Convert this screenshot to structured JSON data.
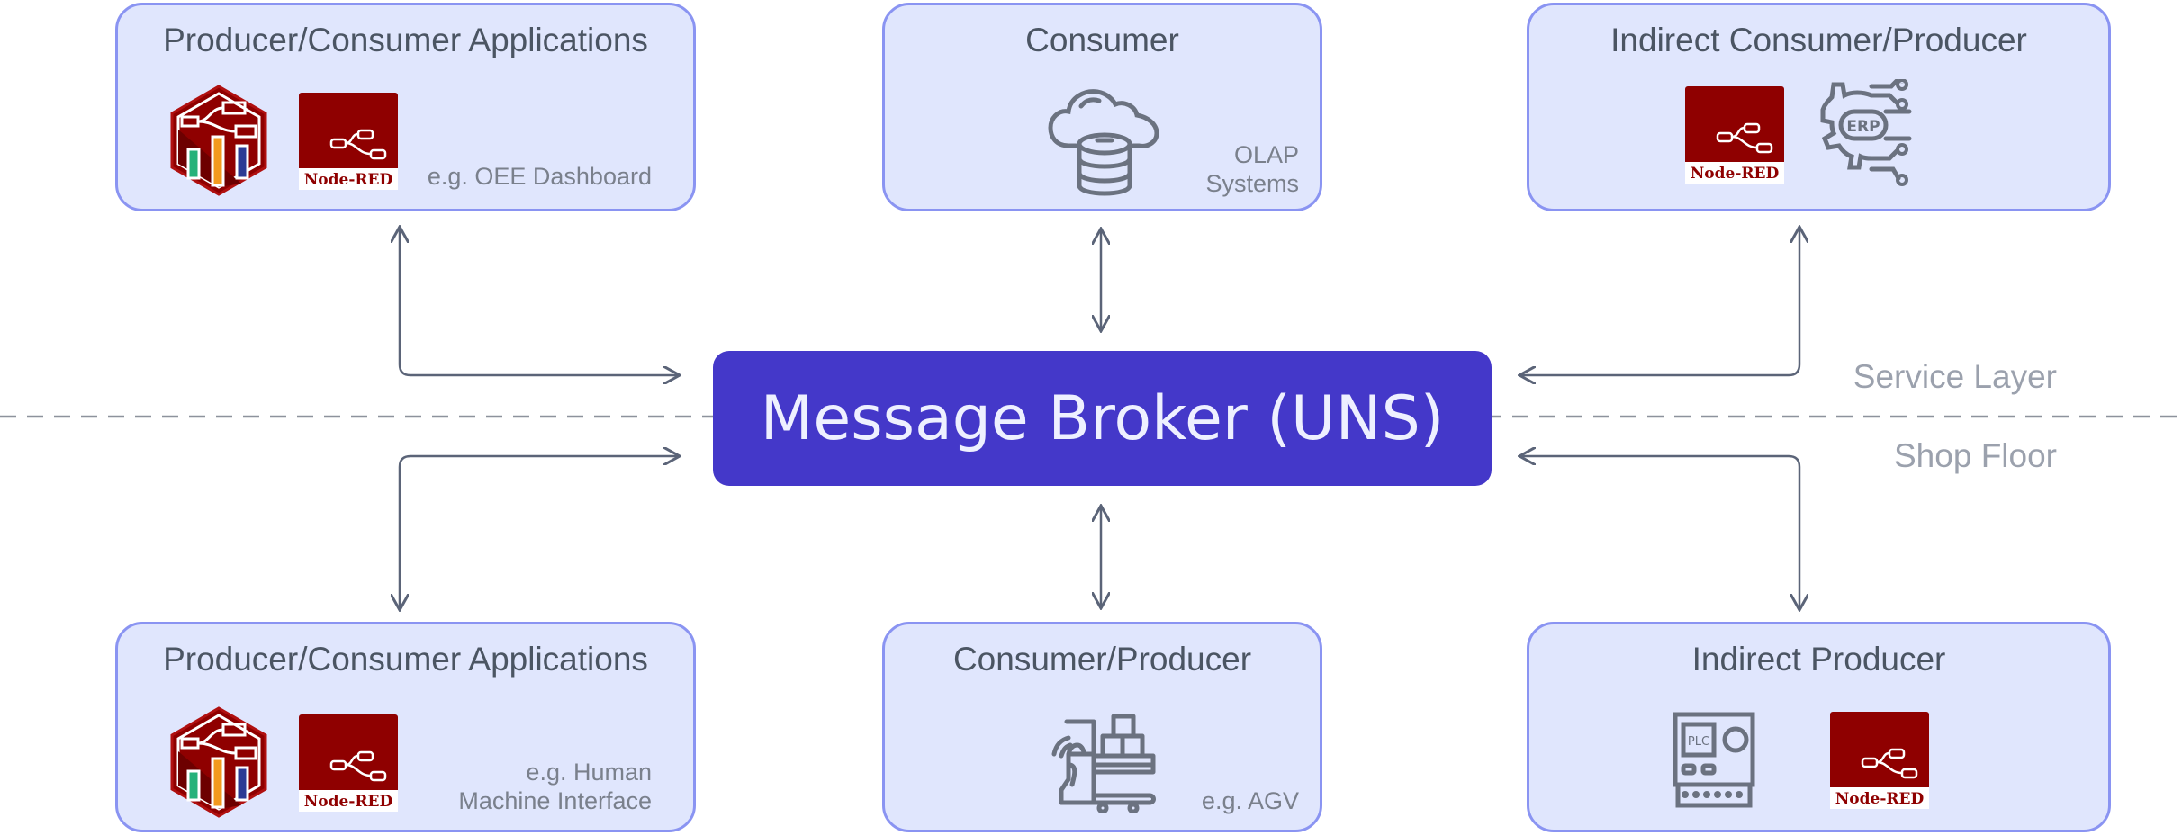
{
  "broker": {
    "label": "Message Broker (UNS)"
  },
  "layers": {
    "service": "Service Layer",
    "shop_floor": "Shop Floor"
  },
  "top": [
    {
      "title": "Producer/Consumer Applications",
      "subtitle": [
        "e.g. OEE Dashboard"
      ],
      "icons": [
        "flowfuse-dashboard-icon",
        "node-red-icon"
      ]
    },
    {
      "title": "Consumer",
      "subtitle": [
        "OLAP",
        "Systems"
      ],
      "icons": [
        "cloud-database-icon"
      ]
    },
    {
      "title": "Indirect Consumer/Producer",
      "subtitle": [],
      "icons": [
        "node-red-icon",
        "erp-gear-icon"
      ]
    }
  ],
  "bottom": [
    {
      "title": "Producer/Consumer Applications",
      "subtitle": [
        "e.g. Human",
        "Machine Interface"
      ],
      "icons": [
        "flowfuse-dashboard-icon",
        "node-red-icon"
      ]
    },
    {
      "title": "Consumer/Producer",
      "subtitle": [
        "e.g. AGV"
      ],
      "icons": [
        "agv-forklift-icon"
      ]
    },
    {
      "title": "Indirect Producer",
      "subtitle": [],
      "icons": [
        "plc-icon",
        "node-red-icon"
      ]
    }
  ],
  "logos": {
    "node_red": "Node-RED",
    "erp": "ERP",
    "plc": "PLC"
  },
  "colors": {
    "box_bg": "#e0e6fd",
    "box_border": "#8a94f2",
    "broker": "#4438c9",
    "node_red": "#8f0000",
    "arrow": "#5b6478",
    "icon": "#6b7280"
  }
}
